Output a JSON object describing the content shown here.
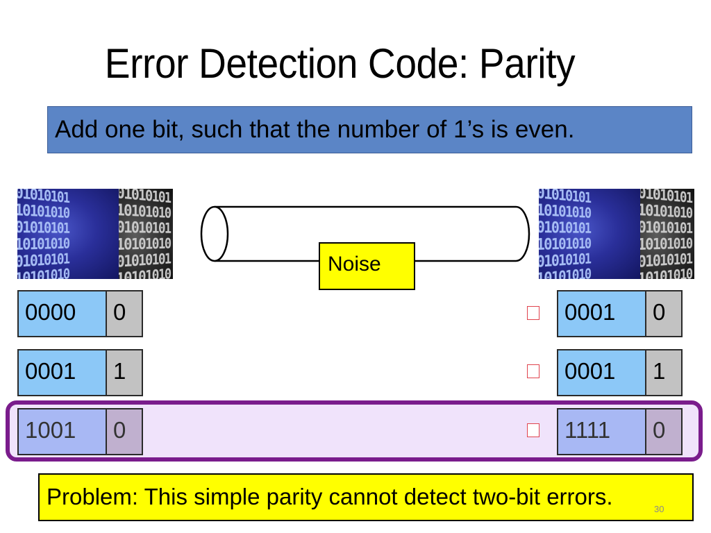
{
  "slide": {
    "title": "Error Detection Code: Parity",
    "rule": "Add one bit, such that the number of 1’s is even.",
    "noise_label": "Noise",
    "problem": "Problem: This simple parity cannot detect two-bit errors.",
    "page_number": "30"
  },
  "images": {
    "binary_digits": "01010101\n10101010\n01010101\n10101010\n01010101\n10101010"
  },
  "rows": [
    {
      "sent_data": "0000",
      "sent_parity": "0",
      "received_data": "0001",
      "received_parity": "0",
      "highlighted": false
    },
    {
      "sent_data": "0001",
      "sent_parity": "1",
      "received_data": "0001",
      "received_parity": "1",
      "highlighted": false
    },
    {
      "sent_data": "1001",
      "sent_parity": "0",
      "received_data": "1111",
      "received_parity": "0",
      "highlighted": true
    }
  ],
  "colors": {
    "rule_box": "#5b85c6",
    "callout_yellow": "#ffff00",
    "data_cell": "#8cc8f7",
    "parity_cell": "#c2c2c2",
    "highlight_border": "#7a1c8c",
    "highlight_fill": "#f0e3fb",
    "marker": "#e0434d"
  }
}
